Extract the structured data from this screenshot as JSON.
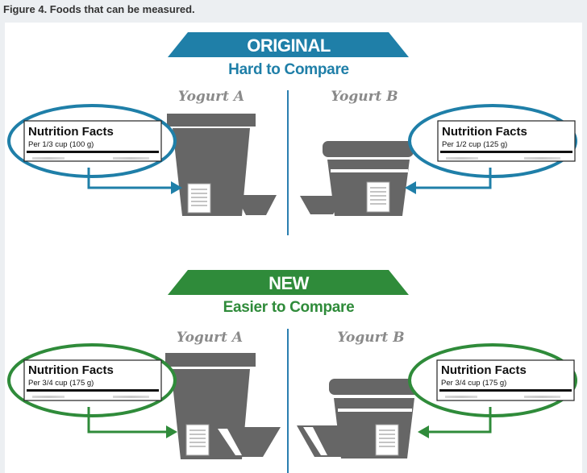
{
  "figure_caption": "Figure 4. Foods that can be measured.",
  "colors": {
    "original": "#1f7fa8",
    "new": "#2f8b3a",
    "container": "#666666",
    "divider": "#2b7fb0"
  },
  "sections": [
    {
      "key": "original",
      "title": "ORIGINAL",
      "subtitle": "Hard to Compare",
      "products": [
        {
          "name": "Yogurt A",
          "nutrition_header": "Nutrition Facts",
          "serving": "Per 1/3 cup (100 g)"
        },
        {
          "name": "Yogurt B",
          "nutrition_header": "Nutrition Facts",
          "serving": "Per 1/2 cup (125 g)"
        }
      ]
    },
    {
      "key": "new",
      "title": "NEW",
      "subtitle": "Easier to Compare",
      "products": [
        {
          "name": "Yogurt A",
          "nutrition_header": "Nutrition Facts",
          "serving": "Per 3/4 cup (175 g)"
        },
        {
          "name": "Yogurt B",
          "nutrition_header": "Nutrition Facts",
          "serving": "Per 3/4 cup (175 g)"
        }
      ]
    }
  ]
}
